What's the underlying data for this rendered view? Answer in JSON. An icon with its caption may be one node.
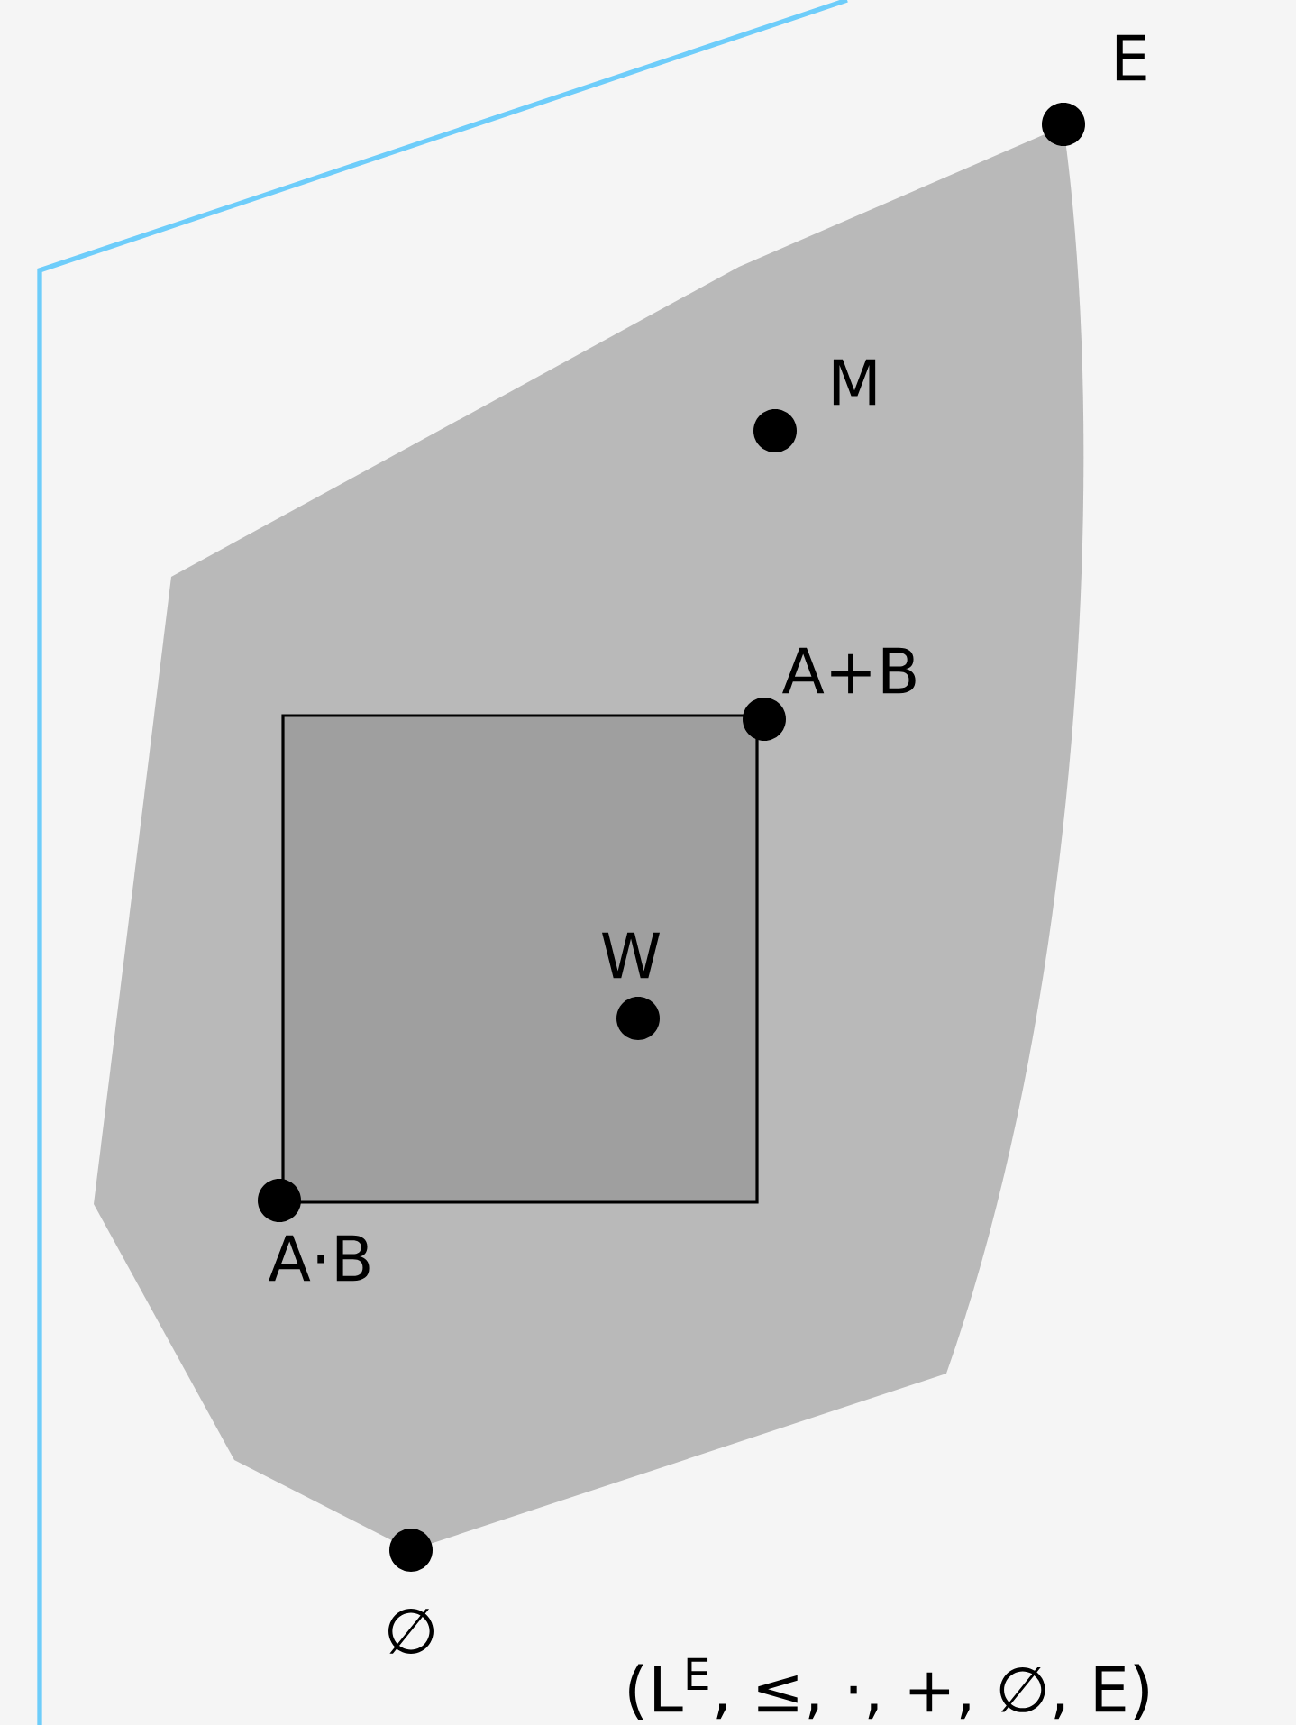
{
  "diagram": {
    "labels": [
      "E",
      "M",
      "A+B",
      "W",
      "A·B",
      "∅",
      "(L$^{E}$, ≤, ·, +, ∅, E)"
    ]
  }
}
